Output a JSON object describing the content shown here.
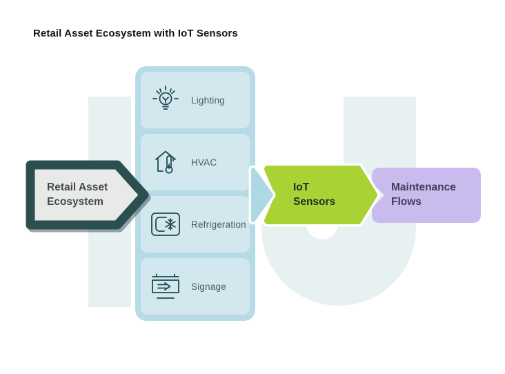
{
  "title": "Retail Asset Ecosystem with IoT Sensors",
  "diagram": {
    "source_node": {
      "label": "Retail Asset\nEcosystem"
    },
    "assets_panel": {
      "items": [
        {
          "label": "Lighting",
          "icon": "lightbulb-icon"
        },
        {
          "label": "HVAC",
          "icon": "house-thermometer-icon"
        },
        {
          "label": "Refrigeration",
          "icon": "freezer-snowflake-icon"
        },
        {
          "label": "Signage",
          "icon": "hanging-sign-arrow-icon"
        }
      ]
    },
    "sensor_node": {
      "label": "IoT\nSensors"
    },
    "target_node": {
      "label": "Maintenance\nFlows"
    }
  },
  "colors": {
    "bg": "#ffffff",
    "letter": "#e8f1f2",
    "frame": "#b7dbe6",
    "card": "#d3e8ee",
    "icon-stroke": "#1d4b4e",
    "label": "#4e5a63",
    "source-fill": "#e9eae8",
    "source-border": "#2b4f50",
    "source-text": "#3f4a4e",
    "green": "#a9d335",
    "sensor-text": "#232e28",
    "purple": "#c9bbed",
    "target-text": "#443d58",
    "connector-blue": "#aed8e4",
    "title": "#0d181d"
  }
}
